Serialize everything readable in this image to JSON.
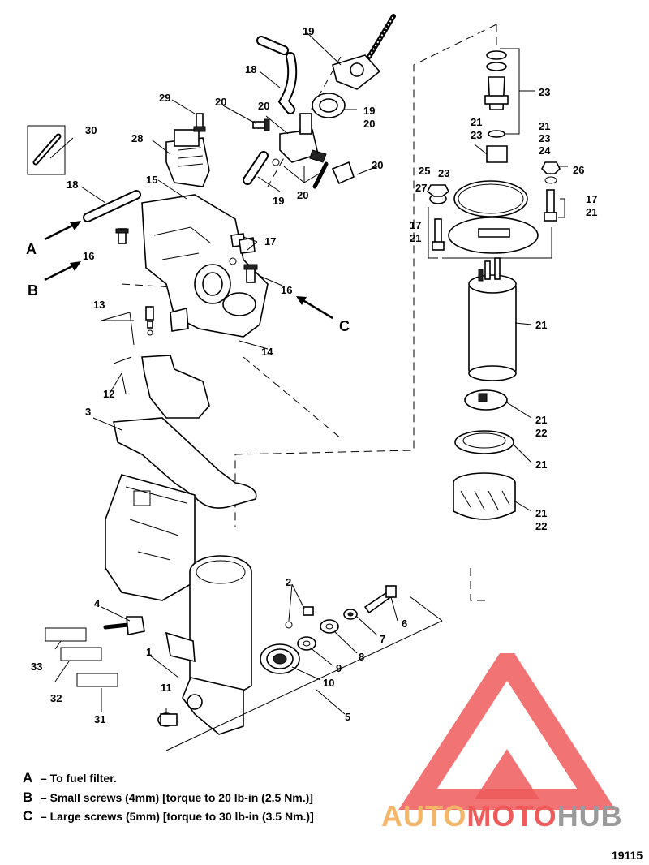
{
  "callouts": {
    "c1": "1",
    "c2": "2",
    "c3": "3",
    "c4": "4",
    "c5": "5",
    "c6": "6",
    "c7": "7",
    "c8": "8",
    "c9": "9",
    "c10": "10",
    "c11": "11",
    "c12": "12",
    "c13": "13",
    "c14": "14",
    "c15": "15",
    "c16": "16",
    "c17": "17",
    "c18": "18",
    "c19": "19",
    "c20": "20",
    "c21": "21",
    "c22": "22",
    "c23": "23",
    "c24": "24",
    "c25": "25",
    "c26": "26",
    "c27": "27",
    "c28": "28",
    "c29": "29",
    "c30": "30",
    "c31": "31",
    "c32": "32",
    "c33": "33",
    "letter_a": "A",
    "letter_b": "B",
    "letter_c": "C"
  },
  "legend": [
    {
      "key": "A",
      "text": "– To fuel filter."
    },
    {
      "key": "B",
      "text": "– Small screws (4mm) [torque to 20 lb-in (2.5 Nm.)]"
    },
    {
      "key": "C",
      "text": "– Large screws (5mm) [torque to 30 lb-in (3.5 Nm.)]"
    }
  ],
  "figure_number": "19115",
  "watermark": {
    "auto": "AUTO",
    "moto": "MOTO",
    "hub": "HUB"
  },
  "colors": {
    "watermark_red": "#ef5a5a",
    "watermark_orange": "#f3b66a",
    "watermark_gray": "#9a9a9a"
  }
}
